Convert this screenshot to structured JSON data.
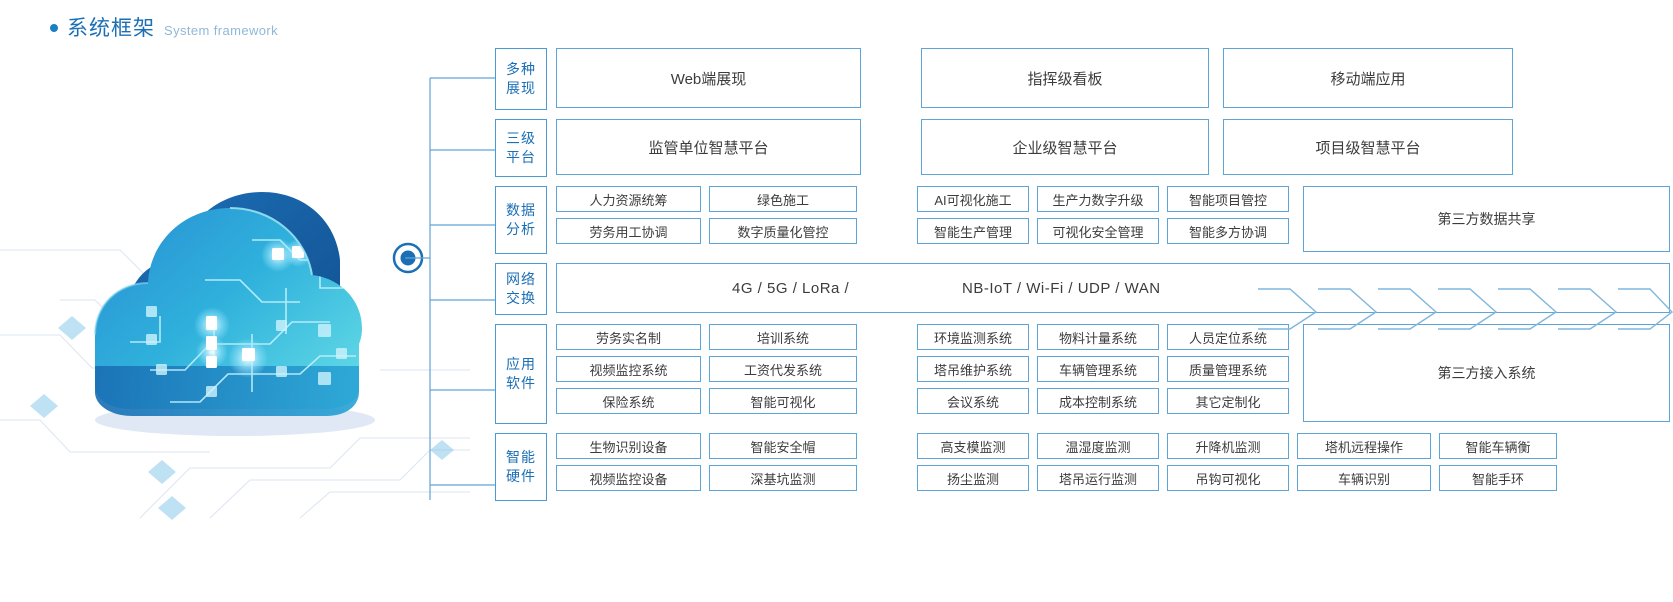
{
  "header": {
    "bullet_icon": "bullet-dot-icon",
    "title_zh": "系统框架",
    "title_en": "System framework"
  },
  "artwork": {
    "name": "cloud-computing-illustration",
    "connector_icon": "connector-node-icon",
    "colors": {
      "cloud_dark": "#1565a8",
      "cloud_mid": "#1f86c8",
      "cloud_light": "#35b6d8",
      "cloud_cyan": "#58d2e0",
      "accent": "#1b6fb5"
    }
  },
  "theme": {
    "border_blue": "#5fa4d6",
    "category_blue": "#4a9ad4",
    "text_blue": "#1b6fb5",
    "text_en_blue": "#8fb8d8",
    "body_text": "#3c3c3c",
    "background": "#ffffff"
  },
  "rows": [
    {
      "id": "multi-presentation",
      "category": [
        "多种",
        "展现"
      ],
      "left_items": [
        "Web端展现"
      ],
      "right_items": [
        "指挥级看板",
        "移动端应用"
      ]
    },
    {
      "id": "three-tier-platform",
      "category": [
        "三级",
        "平台"
      ],
      "left_items": [
        "监管单位智慧平台"
      ],
      "right_items": [
        "企业级智慧平台",
        "项目级智慧平台"
      ]
    },
    {
      "id": "data-analysis",
      "category": [
        "数据",
        "分析"
      ],
      "left_grid": [
        [
          "人力资源统筹",
          "绿色施工"
        ],
        [
          "劳务用工协调",
          "数字质量化管控"
        ]
      ],
      "right_grid": [
        [
          "AI可视化施工",
          "生产力数字升级",
          "智能项目管控"
        ],
        [
          "智能生产管理",
          "可视化安全管理",
          "智能多方协调"
        ]
      ],
      "side_box": "第三方数据共享"
    },
    {
      "id": "network-exchange",
      "category": [
        "网络",
        "交换"
      ],
      "tech_left": "4G / 5G / LoRa /",
      "tech_right": "NB-IoT / Wi-Fi / UDP / WAN",
      "chevron_icon": "chevron-right-icon",
      "chevron_count": 7
    },
    {
      "id": "application-software",
      "category": [
        "应用",
        "软件"
      ],
      "left_grid": [
        [
          "劳务实名制",
          "培训系统"
        ],
        [
          "视频监控系统",
          "工资代发系统"
        ],
        [
          "保险系统",
          "智能可视化"
        ]
      ],
      "right_grid": [
        [
          "环境监测系统",
          "物料计量系统",
          "人员定位系统"
        ],
        [
          "塔吊维护系统",
          "车辆管理系统",
          "质量管理系统"
        ],
        [
          "会议系统",
          "成本控制系统",
          "其它定制化"
        ]
      ],
      "side_box": "第三方接入系统"
    },
    {
      "id": "smart-hardware",
      "category": [
        "智能",
        "硬件"
      ],
      "left_grid": [
        [
          "生物识别设备",
          "智能安全帽"
        ],
        [
          "视频监控设备",
          "深基坑监测"
        ]
      ],
      "right_grid": [
        [
          "高支模监测",
          "温湿度监测",
          "升降机监测",
          "塔机远程操作",
          "智能车辆衡"
        ],
        [
          "扬尘监测",
          "塔吊运行监测",
          "吊钩可视化",
          "车辆识别",
          "智能手环"
        ]
      ]
    }
  ]
}
